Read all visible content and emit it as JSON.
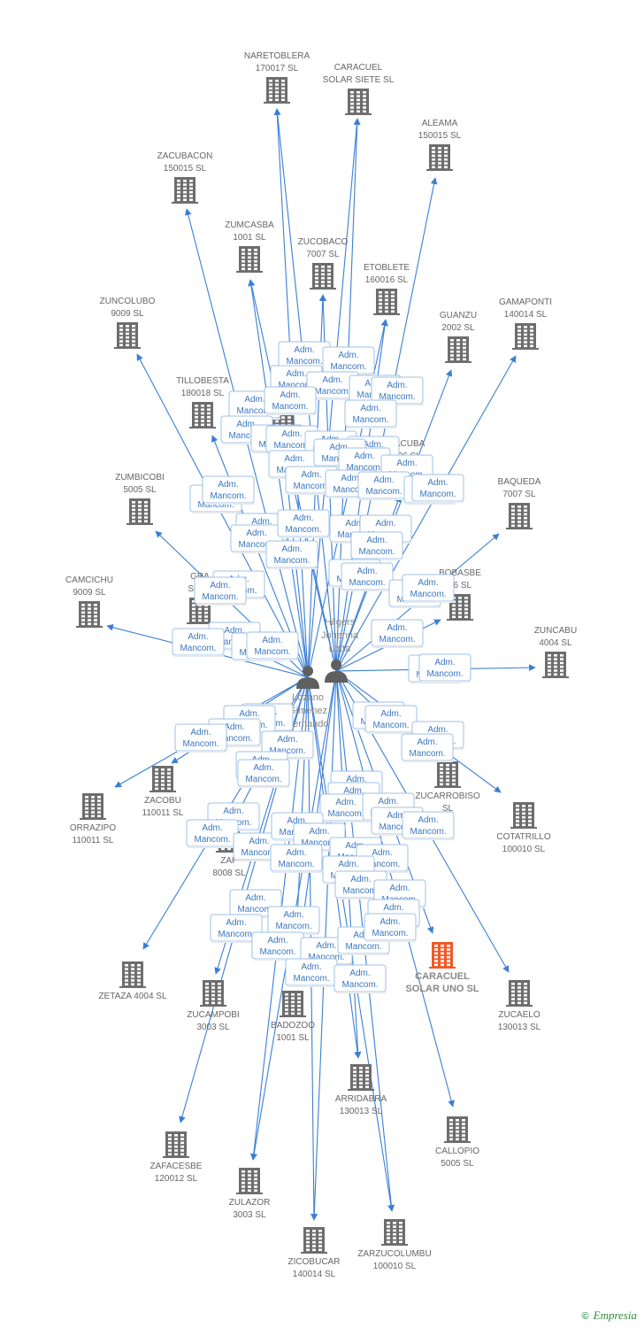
{
  "persons": [
    {
      "id": "p1",
      "name": [
        "Hilgers",
        "Johanna",
        "Lotta"
      ]
    },
    {
      "id": "p2",
      "name": [
        "Lozano",
        "Gimenez",
        "Fernando"
      ]
    }
  ],
  "companies": [
    {
      "id": "naretoblera",
      "lines": [
        "NARETOBLERA",
        "170017 SL"
      ]
    },
    {
      "id": "caracuel_siete",
      "lines": [
        "CARACUEL",
        "SOLAR SIETE SL"
      ]
    },
    {
      "id": "aleama",
      "lines": [
        "ALEAMA",
        "150015 SL"
      ]
    },
    {
      "id": "zacubacon",
      "lines": [
        "ZACUBACON",
        "150015 SL"
      ]
    },
    {
      "id": "zumcasba",
      "lines": [
        "ZUMCASBA",
        "1001 SL"
      ]
    },
    {
      "id": "zucobaco",
      "lines": [
        "ZUCOBACO",
        "7007 SL"
      ]
    },
    {
      "id": "etoblete",
      "lines": [
        "ETOBLETE",
        "160016 SL"
      ]
    },
    {
      "id": "zuncolubo",
      "lines": [
        "ZUNCOLUBO",
        "9009 SL"
      ]
    },
    {
      "id": "guanzu",
      "lines": [
        "GUANZU",
        "2002 SL"
      ]
    },
    {
      "id": "gamaponti",
      "lines": [
        "GAMAPONTI",
        "140014 SL"
      ]
    },
    {
      "id": "tillobesta",
      "lines": [
        "TILLOBESTA",
        "180018 SL"
      ]
    },
    {
      "id": "n2",
      "lines": [
        "N",
        "2 SL"
      ]
    },
    {
      "id": "zacuba",
      "lines": [
        "ZACUBA",
        "006 SL"
      ]
    },
    {
      "id": "zumbicobi",
      "lines": [
        "ZUMBICOBI",
        "5005 SL"
      ]
    },
    {
      "id": "baqueda",
      "lines": [
        "BAQUEDA",
        "7007 SL"
      ]
    },
    {
      "id": "camcichu",
      "lines": [
        "CAMCICHU",
        "9009 SL"
      ]
    },
    {
      "id": "gra",
      "lines": [
        "GRA",
        "SUN -"
      ]
    },
    {
      "id": "bobasbe",
      "lines": [
        "BOBASBE",
        "06 SL"
      ]
    },
    {
      "id": "zuncabu",
      "lines": [
        "ZUNCABU",
        "4004 SL"
      ]
    },
    {
      "id": "zacobu",
      "lines": [
        "ZACOBU",
        "110011 SL"
      ]
    },
    {
      "id": "orrazipo",
      "lines": [
        "ORRAZIPO",
        "110011 SL"
      ]
    },
    {
      "id": "zucarrobiso",
      "lines": [
        "ZUCARROBISO",
        "SL"
      ]
    },
    {
      "id": "cotatrillo",
      "lines": [
        "COTATRILLO",
        "100010 SL"
      ]
    },
    {
      "id": "zap",
      "lines": [
        "ZAP",
        "8008 SL"
      ]
    },
    {
      "id": "caracuel_uno",
      "lines": [
        "CARACUEL",
        "SOLAR UNO SL"
      ],
      "highlight": true
    },
    {
      "id": "zetaza",
      "lines": [
        "ZETAZA 4004 SL"
      ]
    },
    {
      "id": "zucampobi",
      "lines": [
        "ZUCAMPOBI",
        "3003 SL"
      ]
    },
    {
      "id": "badozoo",
      "lines": [
        "BADOZOO",
        "1001 SL"
      ]
    },
    {
      "id": "zucaelo",
      "lines": [
        "ZUCAELO",
        "130013 SL"
      ]
    },
    {
      "id": "arridabra",
      "lines": [
        "ARRIDABRA",
        "130013 SL"
      ]
    },
    {
      "id": "callopio",
      "lines": [
        "CALLOPIO",
        "5005 SL"
      ]
    },
    {
      "id": "zafacesbe",
      "lines": [
        "ZAFACESBE",
        "120012 SL"
      ]
    },
    {
      "id": "zulazor",
      "lines": [
        "ZULAZOR",
        "3003 SL"
      ]
    },
    {
      "id": "zicobucar",
      "lines": [
        "ZICOBUCAR",
        "140014 SL"
      ]
    },
    {
      "id": "zarzucolumbu",
      "lines": [
        "ZARZUCOLUMBU",
        "100010 SL"
      ]
    }
  ],
  "edge_label": [
    "Adm.",
    "Mancom."
  ],
  "colors": {
    "edge": "#3a7fd5",
    "company_icon": "#6d6d6d",
    "company_highlight": "#f05a28",
    "person_icon": "#5f5f5f",
    "badge_border": "#9ec0e6",
    "badge_text": "#3a78c0"
  },
  "footer": {
    "symbol": "©",
    "brand": "Empresia"
  }
}
